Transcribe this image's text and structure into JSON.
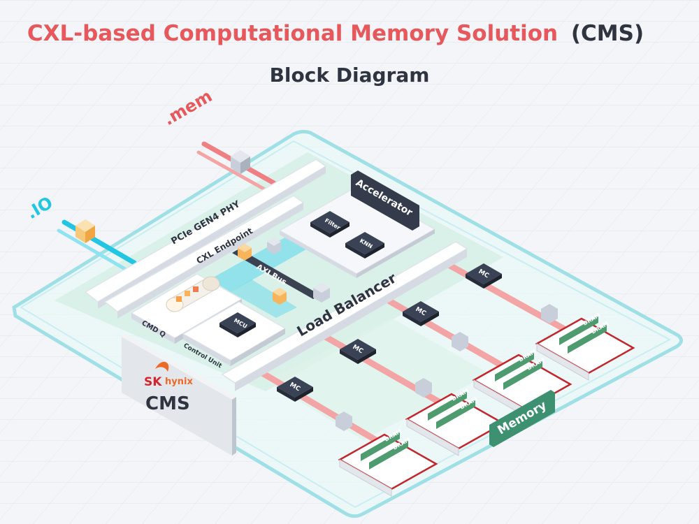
{
  "title": {
    "colored": "CXL-based Computational Memory Solution",
    "suffix": "(CMS)",
    "subtitle": "Block Diagram"
  },
  "colors": {
    "accent_red": "#e6585c",
    "accent_cyan": "#22c6e3",
    "green_zone": "#d7f0e6",
    "board": "#eaf7f8",
    "board_border": "#9fe0e6",
    "dark": "#2f3441",
    "memory_green": "#3d9170"
  },
  "interfaces": {
    "mem": ".mem",
    "io": ".IO"
  },
  "blocks": {
    "pcie_phy": "PCIe GEN4 PHY",
    "cxl_endpoint": "CXL Endpoint",
    "axi_bus": "AXI Bus",
    "load_balancer": "Load Balancer",
    "accelerator": "Accelerator",
    "filter": "Filter",
    "knn": "KNN",
    "cmd_q": "CMD Q",
    "control_unit": "Control Unit",
    "mcu": "MCU",
    "memory": "Memory"
  },
  "memory_controllers": [
    "MC",
    "MC",
    "MC",
    "MC"
  ],
  "dram_modules": [
    [
      "DRAM",
      "DRAM"
    ],
    [
      "DRAM",
      "DRAM"
    ],
    [
      "DRAM",
      "DRAM"
    ],
    [
      "DRAM",
      "DRAM"
    ]
  ],
  "branding": {
    "sk": "SK",
    "hynix": "hynix",
    "product": "CMS"
  }
}
